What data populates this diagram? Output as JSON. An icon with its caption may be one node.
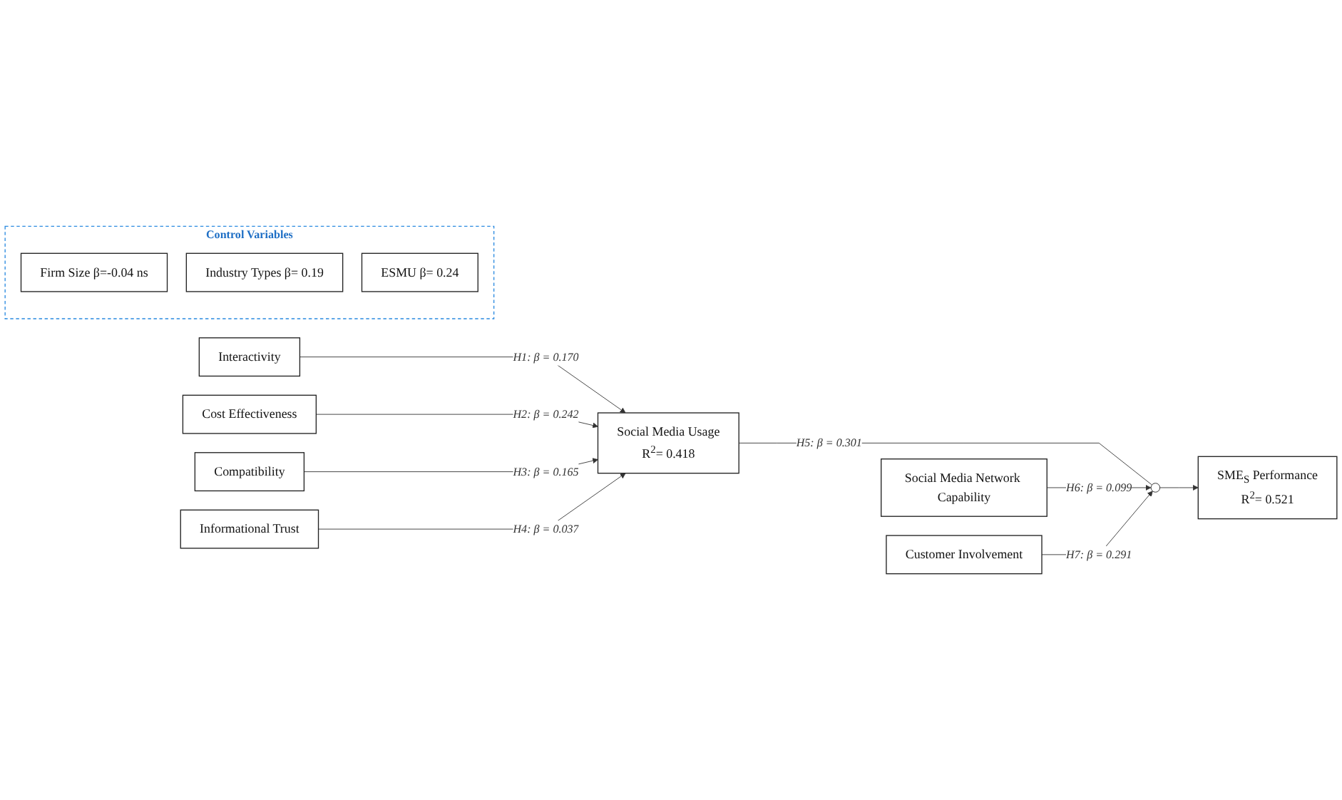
{
  "diagram": {
    "nodes": [
      {
        "text": [
          "Interactivity"
        ]
      },
      {
        "text": [
          "Cost Effectiveness"
        ]
      },
      {
        "text": [
          "Compatibility"
        ]
      },
      {
        "text": [
          "Informational  Trust"
        ]
      },
      {
        "text": [
          "Social Media Usage",
          "R$^{2}$= 0.418"
        ]
      },
      {
        "text": [
          "Social Media Network Capability"
        ]
      },
      {
        "text": [
          "SME$_{S}$ Performance",
          "R$^{2}$= 0.521"
        ]
      },
      {
        "text": [
          "Customer Involvement"
        ]
      },
      {
        "text": [
          "Control Variables"
        ]
      },
      {
        "text": [
          "Firm Size β=-0.04 ns"
        ],
        "in": 8
      },
      {
        "text": [
          "Industry Types β= 0.19"
        ],
        "in": 8
      },
      {
        "text": [
          "ESMU β= 0.24"
        ],
        "in": 8
      },
      {
        "text": [],
        "shape": "point"
      }
    ],
    "edges": [
      {
        "from": 0,
        "to": 4,
        "arrow": "to",
        "label": "H1: β = 0.170"
      },
      {
        "from": 1,
        "to": 4,
        "arrow": "to",
        "label": "H2: β = 0.242"
      },
      {
        "from": 2,
        "to": 4,
        "arrow": "to",
        "label": "H3: β = 0.165"
      },
      {
        "from": 3,
        "to": 4,
        "arrow": "to",
        "label": "H4: β = 0.037"
      },
      {
        "from": 4,
        "to": 12,
        "arrow": "none",
        "label": "H5: β = 0.301"
      },
      {
        "from": 12,
        "to": 6,
        "arrow": "to"
      },
      {
        "from": 5,
        "to": 12,
        "arrow": "to",
        "label": "H6: β = 0.099"
      },
      {
        "from": 7,
        "to": 12,
        "arrow": "to",
        "label": "H7: β = 0.291"
      }
    ]
  }
}
